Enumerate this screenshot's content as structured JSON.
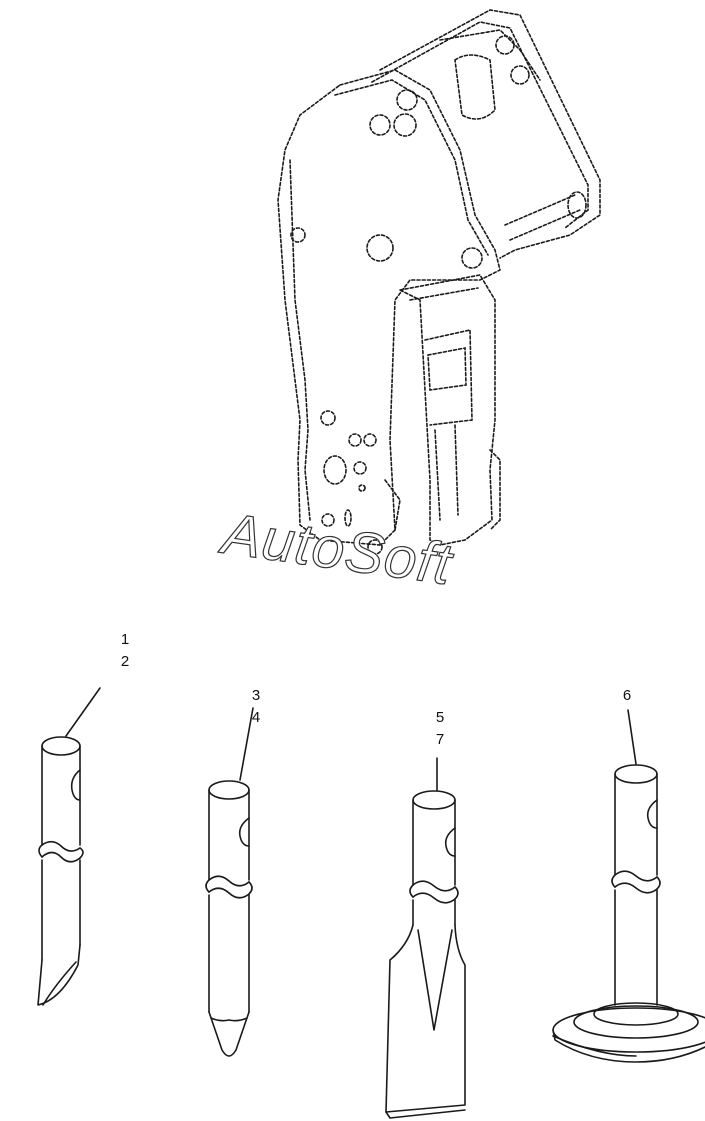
{
  "watermark": "AutoSoft",
  "callouts": [
    {
      "id": "label-1",
      "text": "1"
    },
    {
      "id": "label-2",
      "text": "2"
    },
    {
      "id": "label-3",
      "text": "3"
    },
    {
      "id": "label-4",
      "text": "4"
    },
    {
      "id": "label-5",
      "text": "5"
    },
    {
      "id": "label-7",
      "text": "7"
    },
    {
      "id": "label-6",
      "text": "6"
    }
  ],
  "colors": {
    "line": "#1a1a1a",
    "background": "#ffffff"
  }
}
